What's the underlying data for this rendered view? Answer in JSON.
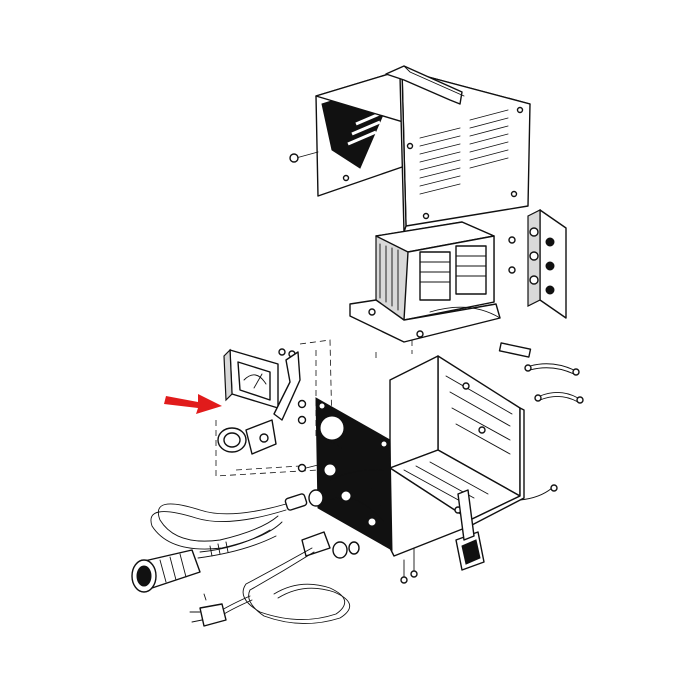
{
  "diagram": {
    "type": "exploded-parts-view",
    "highlight_color": "#e11b1b",
    "line_color": "#111111",
    "background": "#ffffff",
    "parts": [
      "top-cover",
      "cover-screw",
      "transformer",
      "terminal-board",
      "ammeter",
      "ammeter-bracket",
      "timer-knob",
      "base-chassis",
      "front-panel",
      "dc-output-cord",
      "dc-plug",
      "ac-power-cord",
      "ac-plug",
      "cord-strain-relief",
      "fuse-holder",
      "wire-leads"
    ],
    "callout": {
      "points_to": "ammeter"
    }
  }
}
